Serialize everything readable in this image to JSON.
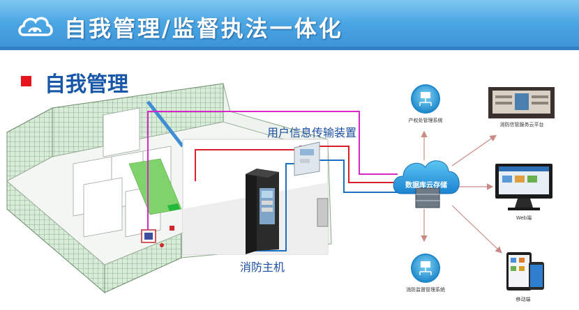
{
  "header": {
    "title": "自我管理/监督执法一体化"
  },
  "section": {
    "title": "自我管理"
  },
  "labels": {
    "transmission_device": "用户信息传输装置",
    "fire_host": "消防主机",
    "cloud_storage": "数据库云存储",
    "property_system": "产权处管理系统",
    "cloud_platform": "消防信管服务云平台",
    "web_client": "Web端",
    "supervision_system": "消防监督管理系统",
    "mobile_client": "移动端"
  },
  "colors": {
    "banner": "#4ba6e3",
    "title_text": "#1857a8",
    "marker": "#e8141c",
    "line_magenta": "#d627c9",
    "line_red": "#d81e2a",
    "line_blue": "#1e6fbf",
    "arrow": "#c98a86"
  }
}
